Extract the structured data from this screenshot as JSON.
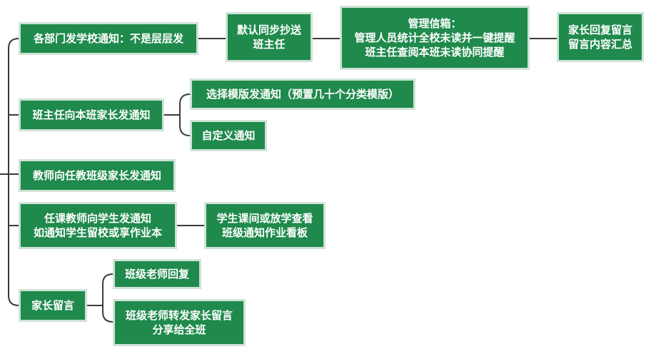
{
  "nodes": {
    "n1": {
      "lines": [
        "各部门发学校通知：不是层层发"
      ]
    },
    "n1a": {
      "lines": [
        "默认同步抄送",
        "班主任"
      ]
    },
    "n1b": {
      "lines": [
        "管理信箱：",
        "管理人员统计全校未读并一键提醒",
        "班主任查阅本班未读协同提醒"
      ]
    },
    "n1c": {
      "lines": [
        "家长回复留言",
        "留言内容汇总"
      ]
    },
    "n2": {
      "lines": [
        "班主任向本班家长发通知"
      ]
    },
    "n2a": {
      "lines": [
        "选择模版发通知（预置几十个分类模版）"
      ]
    },
    "n2b": {
      "lines": [
        "自定义通知"
      ]
    },
    "n3": {
      "lines": [
        "教师向任教班级家长发通知"
      ]
    },
    "n4": {
      "lines": [
        "任课教师向学生发通知",
        "如通知学生留校或享作业本"
      ]
    },
    "n4a": {
      "lines": [
        "学生课间或放学查看",
        "班级通知作业看板"
      ]
    },
    "n5": {
      "lines": [
        "家长留言"
      ]
    },
    "n5a": {
      "lines": [
        "班级老师回复"
      ]
    },
    "n5b": {
      "lines": [
        "班级老师转发家长留言",
        "分享给全班"
      ]
    }
  },
  "colors": {
    "node_fill": "#1f8a4c",
    "node_border": "#cfe3d6",
    "connector": "#3a3a3a"
  }
}
